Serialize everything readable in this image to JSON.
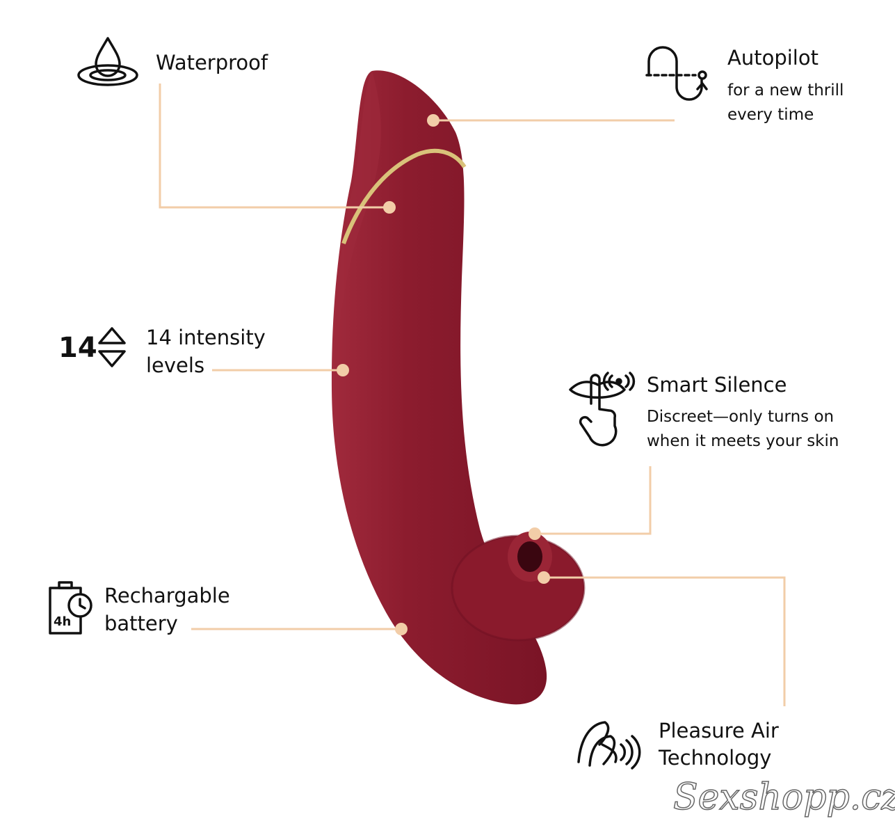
{
  "features": {
    "waterproof": {
      "title": "Waterproof",
      "icon": "water-drop-icon"
    },
    "autopilot": {
      "title": "Autopilot",
      "line1": "for a new thrill",
      "line2": "every time",
      "icon": "autopilot-path-icon"
    },
    "intensity": {
      "number": "14",
      "line1": "14 intensity",
      "line2": "levels",
      "icon": "up-down-triangles-icon"
    },
    "smart_silence": {
      "title": "Smart Silence",
      "line1": "Discreet—only turns on",
      "line2": "when it meets your skin",
      "icon": "silence-finger-lips-icon"
    },
    "battery": {
      "line1": "Rechargable",
      "line2": "battery",
      "badge": "4h",
      "icon": "battery-clock-icon"
    },
    "pleasure_air": {
      "line1": "Pleasure Air",
      "line2": "Technology",
      "icon": "air-waves-icon"
    }
  },
  "watermark": "Sexshopp.cz",
  "colors": {
    "product": "#8c1c2e",
    "product_dark": "#6e1022",
    "gold": "#d9c27a",
    "callout": "#f2cda8",
    "text": "#111111"
  }
}
